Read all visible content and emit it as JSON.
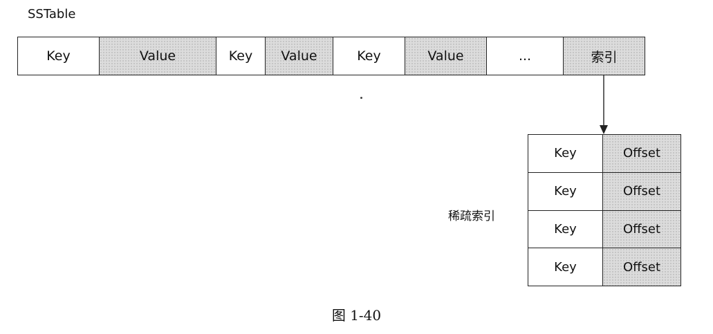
{
  "title": "SSTable",
  "sstable_cells": [
    {
      "text": "Key",
      "shaded": false
    },
    {
      "text": "Value",
      "shaded": true
    },
    {
      "text": "Key",
      "shaded": false
    },
    {
      "text": "Value",
      "shaded": true
    },
    {
      "text": "Key",
      "shaded": false
    },
    {
      "text": "Value",
      "shaded": true
    },
    {
      "text": "...",
      "shaded": false
    },
    {
      "text": "索引",
      "shaded": true
    }
  ],
  "sparse_index_label": "稀疏索引",
  "index_rows": [
    {
      "key": "Key",
      "offset": "Offset"
    },
    {
      "key": "Key",
      "offset": "Offset"
    },
    {
      "key": "Key",
      "offset": "Offset"
    },
    {
      "key": "Key",
      "offset": "Offset"
    }
  ],
  "caption": "图 1-40"
}
